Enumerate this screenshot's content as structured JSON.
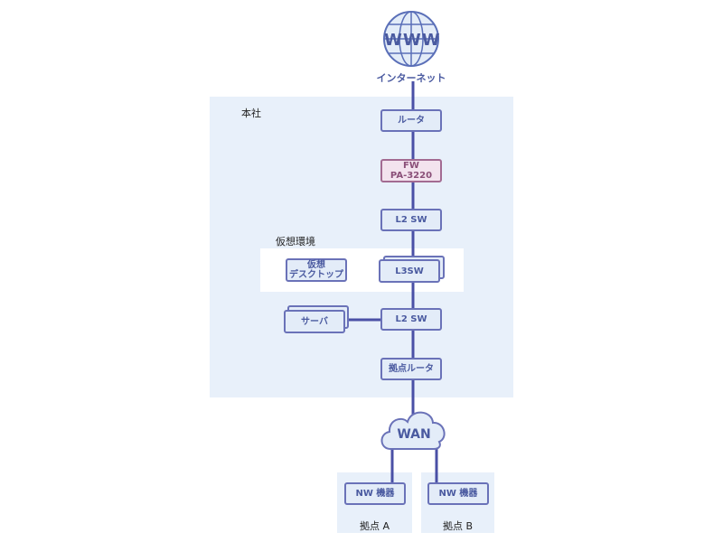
{
  "internet": {
    "globe_text": "WWW",
    "label": "インターネット"
  },
  "hq": {
    "label": "本社",
    "router": "ルータ",
    "fw_line1": "FW",
    "fw_line2": "PA-3220",
    "l2sw_top": "L2 SW",
    "l3sw": "L3SW",
    "l2sw_bottom": "L2 SW",
    "branch_router": "拠点ルータ",
    "server": "サーバ"
  },
  "virtual_env": {
    "label": "仮想環境",
    "desktop_line1": "仮想",
    "desktop_line2": "デスクトップ"
  },
  "wan": {
    "label": "WAN"
  },
  "sites": [
    {
      "device": "NW 機器",
      "label": "拠点 A"
    },
    {
      "device": "NW 機器",
      "label": "拠点 B"
    }
  ],
  "colors": {
    "line": "#4a50a6",
    "region_fill": "#e8f0fa",
    "node_border": "#6a72b8",
    "fw_fill": "#f3e3ee"
  }
}
